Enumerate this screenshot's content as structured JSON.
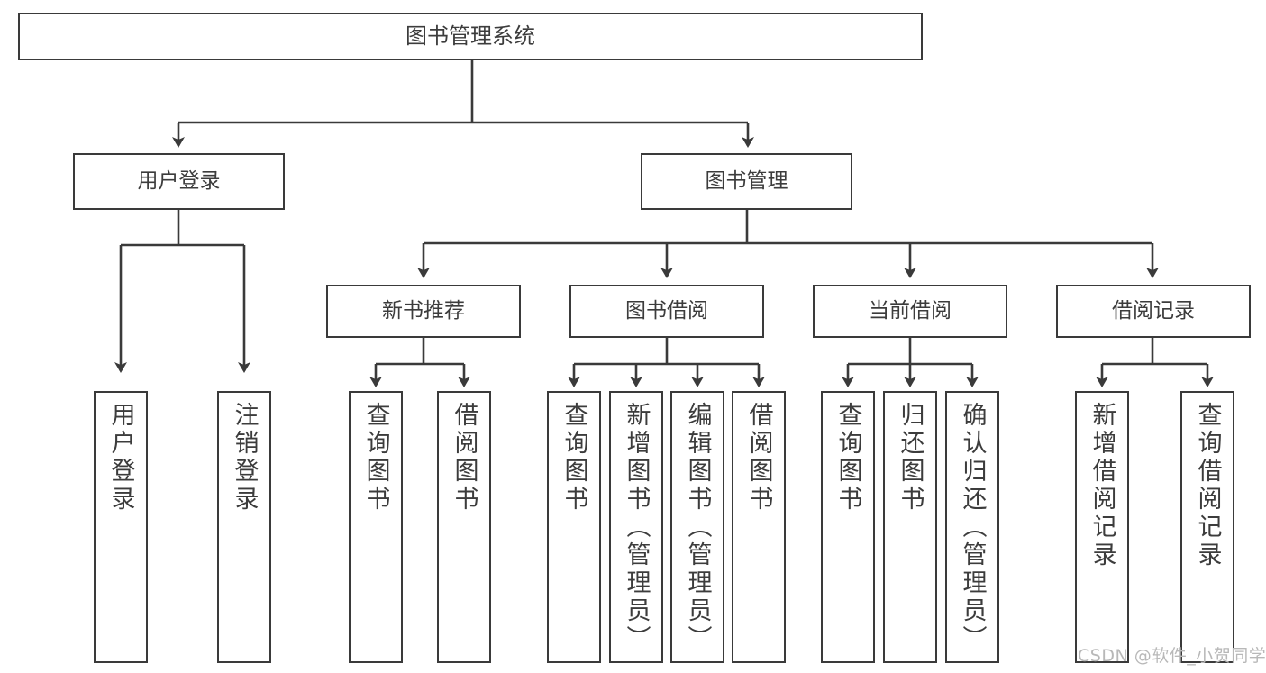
{
  "diagram": {
    "title": "图书管理系统",
    "type": "hierarchy-tree",
    "orientation": "top-down",
    "stroke_color": "#3a3a3a",
    "text_color": "#3c3c3c",
    "background_color": "#ffffff"
  },
  "nodes": {
    "root": {
      "label": "图书管理系统",
      "level": 0
    },
    "level1": [
      {
        "id": "user-login",
        "label": "用户登录"
      },
      {
        "id": "book-management",
        "label": "图书管理"
      }
    ],
    "level2": [
      {
        "id": "new-book-recommend",
        "label": "新书推荐",
        "parent": "book-management"
      },
      {
        "id": "book-borrow",
        "label": "图书借阅",
        "parent": "book-management"
      },
      {
        "id": "current-borrow",
        "label": "当前借阅",
        "parent": "book-management"
      },
      {
        "id": "borrow-record",
        "label": "借阅记录",
        "parent": "book-management"
      }
    ],
    "leaves": [
      {
        "id": "leaf-user-login",
        "label": "用户登录",
        "parent": "user-login"
      },
      {
        "id": "leaf-user-logout",
        "label": "注销登录",
        "parent": "user-login"
      },
      {
        "id": "leaf-query-book-1",
        "label": "查询图书",
        "parent": "new-book-recommend"
      },
      {
        "id": "leaf-borrow-book-1",
        "label": "借阅图书",
        "parent": "new-book-recommend"
      },
      {
        "id": "leaf-query-book-2",
        "label": "查询图书",
        "parent": "book-borrow"
      },
      {
        "id": "leaf-add-book",
        "label": "新增图书（管理员）",
        "parent": "book-borrow"
      },
      {
        "id": "leaf-edit-book",
        "label": "编辑图书（管理员）",
        "parent": "book-borrow"
      },
      {
        "id": "leaf-borrow-book-2",
        "label": "借阅图书",
        "parent": "book-borrow"
      },
      {
        "id": "leaf-query-book-3",
        "label": "查询图书",
        "parent": "current-borrow"
      },
      {
        "id": "leaf-return-book",
        "label": "归还图书",
        "parent": "current-borrow"
      },
      {
        "id": "leaf-confirm-return",
        "label": "确认归还（管理员）",
        "parent": "current-borrow"
      },
      {
        "id": "leaf-add-record",
        "label": "新增借阅记录",
        "parent": "borrow-record"
      },
      {
        "id": "leaf-query-record",
        "label": "查询借阅记录",
        "parent": "borrow-record"
      }
    ]
  },
  "watermark": {
    "text": "CSDN @软件_小贺同学"
  }
}
